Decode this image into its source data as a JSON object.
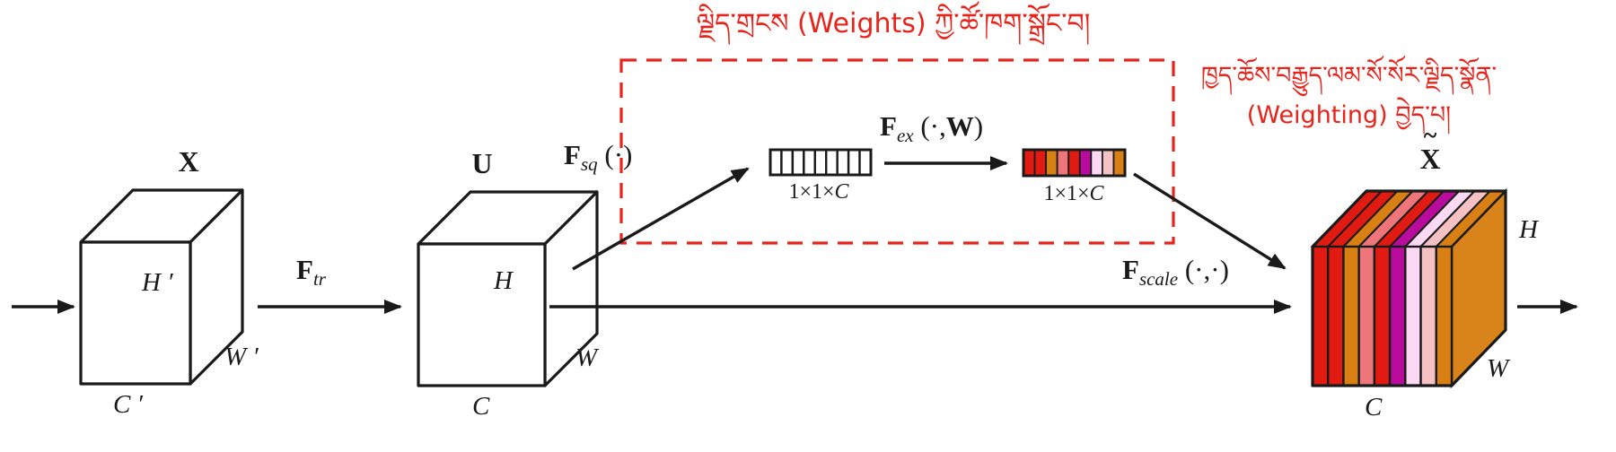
{
  "colors": {
    "accent_red": "#e8231a",
    "line_black": "#1a1a1a",
    "face_white": "#ffffff",
    "side_orange": "#d9831b"
  },
  "captions": {
    "weights": "ལྗིད་གྲངས (Weights) ཀྱི་ཚོ་ཁག་སྒྲོང་བ།",
    "weighting_line1": "ཁྱད་ཆོས་བརྒྱུད་ལམ་སོ་སོར་ལྗིད་སྣོན་",
    "weighting_line2": "(Weighting) བྱེད་པ།"
  },
  "tensors": {
    "input": {
      "label": "X",
      "height": "H ′",
      "width": "W ′",
      "channels": "C ′"
    },
    "transformed": {
      "label": "U",
      "height": "H",
      "width": "W",
      "channels": "C"
    },
    "output": {
      "label": "X",
      "tilde": "~",
      "height": "H",
      "width": "W",
      "channels": "C"
    }
  },
  "operations": {
    "transform": {
      "f": "F",
      "sub": "tr"
    },
    "squeeze": {
      "f": "F",
      "sub": "sq",
      "args": " (·)"
    },
    "excitation": {
      "f": "F",
      "sub": "ex",
      "args_open": " (·,",
      "weight": "W",
      "args_close": ")"
    },
    "scale": {
      "f": "F",
      "sub": "scale",
      "args": " (·,·)"
    }
  },
  "squeeze_vector": {
    "dims_pre": "1×1×",
    "dims_c": "C",
    "cells": 9
  },
  "excitation_vector": {
    "dims_pre": "1×1×",
    "dims_c": "C",
    "cell_colors": [
      "#e11b12",
      "#e11b12",
      "#d88013",
      "#ee767a",
      "#e11b12",
      "#b90c9d",
      "#fbd9f3",
      "#f5c1c3",
      "#d88013"
    ]
  },
  "output_slices": {
    "colors": [
      "#e11b12",
      "#e11b12",
      "#d88013",
      "#ee767a",
      "#e11b12",
      "#b90c9d",
      "#fbd9f3",
      "#f5c1c3",
      "#d88013"
    ],
    "side_color": "#d9831b"
  }
}
